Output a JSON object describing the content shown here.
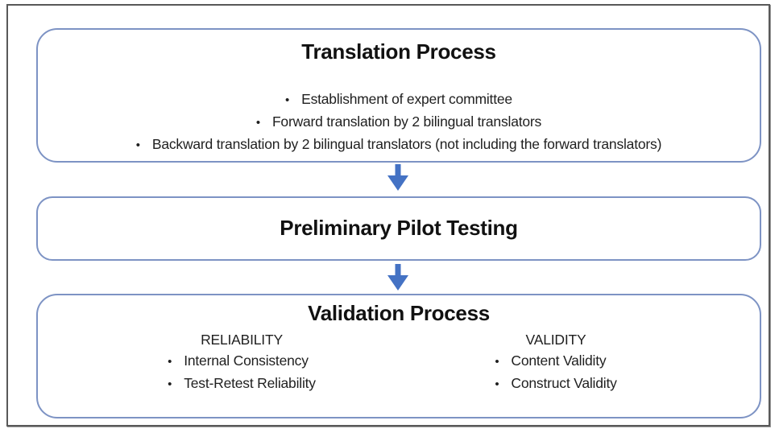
{
  "flowchart": {
    "bullet_char": "•",
    "colors": {
      "box_border": "#7D93C4",
      "arrow": "#4472C4",
      "frame_border": "#595959",
      "text": "#1f1f1f"
    },
    "steps": [
      {
        "title": "Translation Process",
        "bullets": [
          "Establishment of expert committee",
          "Forward translation by 2 bilingual translators",
          "Backward translation by 2 bilingual translators (not including the forward translators)"
        ]
      },
      {
        "title": "Preliminary Pilot Testing"
      },
      {
        "title": "Validation Process",
        "columns": [
          {
            "header": "RELIABILITY",
            "bullets": [
              "Internal Consistency",
              "Test-Retest Reliability"
            ]
          },
          {
            "header": "VALIDITY",
            "bullets": [
              "Content Validity",
              "Construct Validity"
            ]
          }
        ]
      }
    ]
  }
}
